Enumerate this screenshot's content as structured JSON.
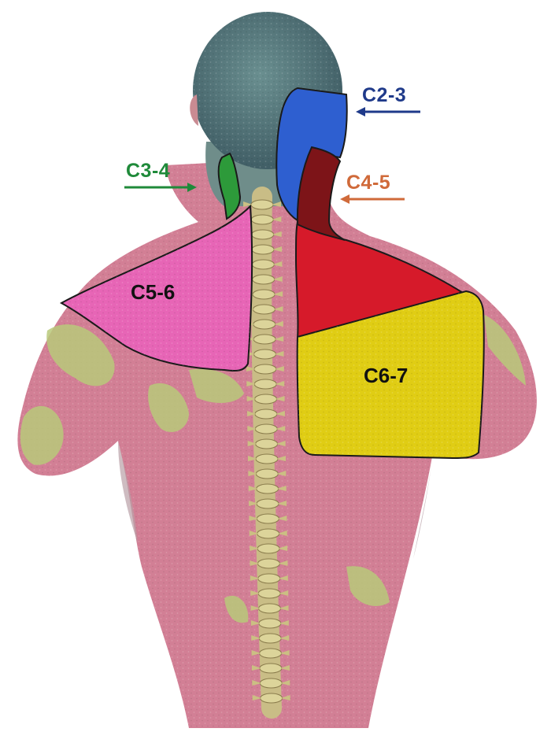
{
  "colors": {
    "background": "#ffffff",
    "skin": "#d27f95",
    "skin_shadow": "#b9a0a6",
    "skin_highlight": "#b9c97a",
    "hair": "#4e7177",
    "neck": "#6f8d8a",
    "spine": "#dcd49a",
    "zone_outline": "#1a1a1a"
  },
  "zones": [
    {
      "id": "c2-3",
      "label": "C2-3",
      "color": "#2e5fd0",
      "label_color": "#1f3a8a"
    },
    {
      "id": "c3-4",
      "label": "C3-4",
      "color": "#2d9a3a",
      "label_color": "#1f8a3a"
    },
    {
      "id": "c4-5",
      "label": "C4-5",
      "color": "#7d1418",
      "label_color": "#d06a3a"
    },
    {
      "id": "c5-6",
      "label": "C5-6",
      "color": "#e765b6",
      "label_color": "#111111"
    },
    {
      "id": "c6-7",
      "label": "C6-7",
      "color": "#e0cd14",
      "label_color": "#111111"
    }
  ],
  "shoulder_zone_color": "#d61a2a"
}
